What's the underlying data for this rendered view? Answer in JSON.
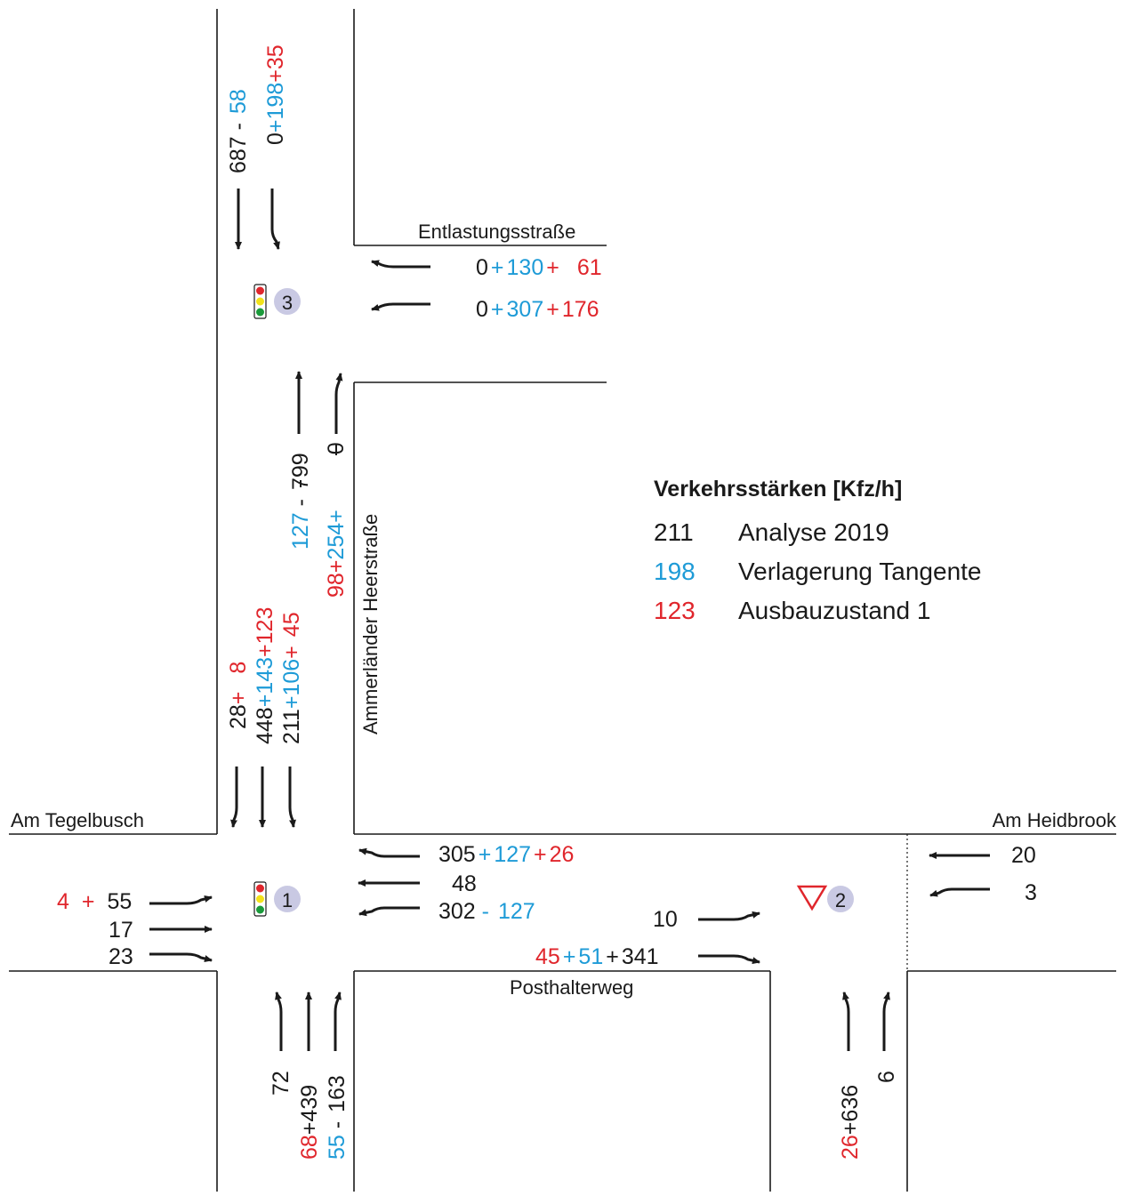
{
  "streets": {
    "entlastung": "Entlastungsstraße",
    "ammerlaender": "Ammerländer Heerstraße",
    "tegelbusch": "Am Tegelbusch",
    "heidbrook": "Am Heidbrook",
    "posthalter": "Posthalterweg"
  },
  "nodes": {
    "n1": "1",
    "n2": "2",
    "n3": "3"
  },
  "legend": {
    "title": "Verkehrsstärken [Kfz/h]",
    "rows": [
      {
        "value": "211",
        "label": "Analyse 2019",
        "color": "#1a1a1a"
      },
      {
        "value": "198",
        "label": "Verlagerung Tangente",
        "color": "#1e9bd7"
      },
      {
        "value": "123",
        "label": "Ausbauzustand 1",
        "color": "#e0262c"
      }
    ]
  },
  "flows": {
    "north_sb_1": [
      "687",
      " -",
      "58"
    ],
    "north_sb_2": [
      "0",
      "+",
      "198",
      "+",
      "35"
    ],
    "entl_1": [
      "0",
      "+",
      "130",
      "+",
      "61"
    ],
    "entl_2": [
      "0",
      "+",
      "307",
      "+",
      "176"
    ],
    "mid_nb_1": [
      "127",
      " -",
      "799"
    ],
    "mid_nb_2": [
      "98",
      "+",
      "254",
      "+",
      "0"
    ],
    "mid_sb_1": [
      "28",
      "+",
      "8"
    ],
    "mid_sb_2": [
      "448",
      "+",
      "143",
      "+",
      "123"
    ],
    "mid_sb_3": [
      "211",
      "+",
      "106",
      "+",
      "45"
    ],
    "east_wb_1": [
      "305",
      "+",
      "127",
      "+",
      "26"
    ],
    "east_wb_2": "48",
    "east_wb_3": [
      "302",
      " -",
      "127"
    ],
    "west_eb_1": [
      "4",
      "+",
      "55"
    ],
    "west_eb_2": "17",
    "west_eb_3": "23",
    "post_1": "10",
    "post_2": [
      "45",
      "+",
      "51",
      "+",
      "341"
    ],
    "heid_1": "20",
    "heid_2": "3",
    "south_1": "72",
    "south_2": [
      "68",
      "+",
      "439"
    ],
    "south_3": [
      "55",
      " -",
      "163"
    ],
    "se_1": [
      "26",
      "+",
      "636"
    ],
    "se_2": "6"
  }
}
